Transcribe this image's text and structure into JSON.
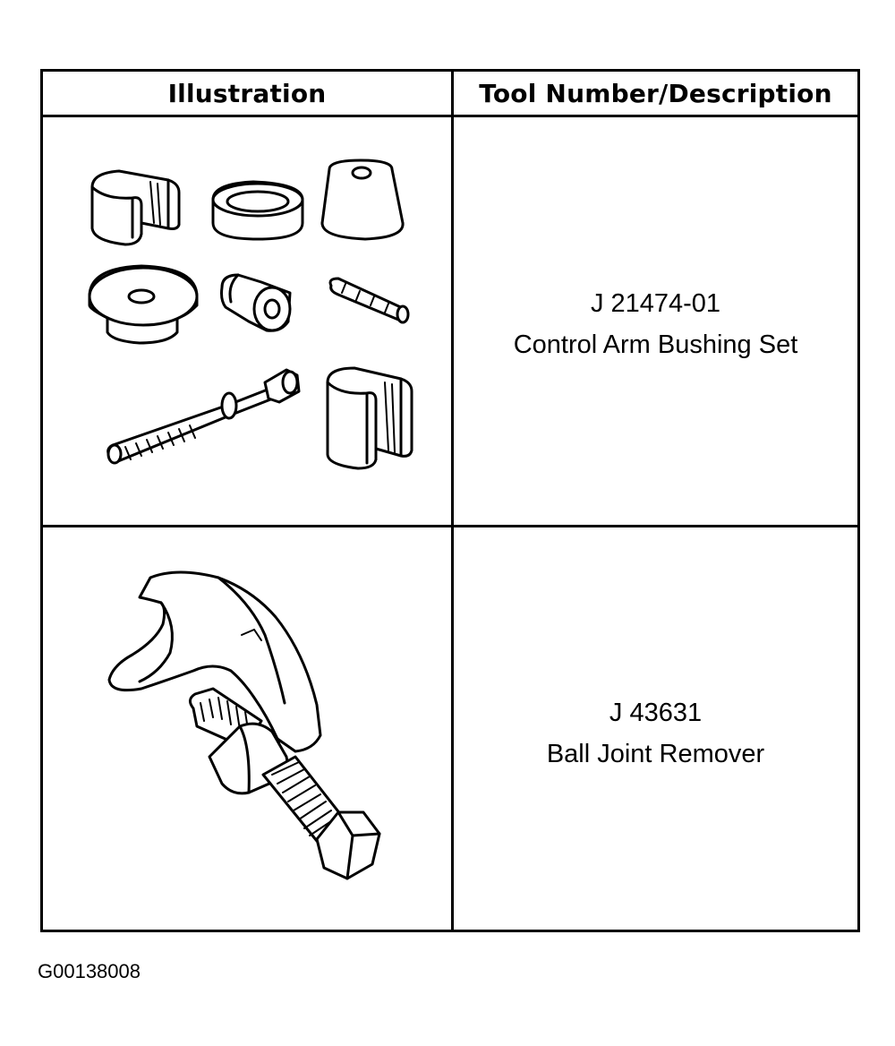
{
  "table": {
    "headers": {
      "illustration": "Illustration",
      "tool": "Tool Number/Description"
    },
    "rows": [
      {
        "tool_number": "J 21474-01",
        "description": "Control Arm Bushing Set",
        "illustration_icon": "control-arm-bushing-set-icon"
      },
      {
        "tool_number": "J 43631",
        "description": "Ball Joint Remover",
        "illustration_icon": "ball-joint-remover-icon"
      }
    ]
  },
  "footer": {
    "code": "G00138008"
  }
}
